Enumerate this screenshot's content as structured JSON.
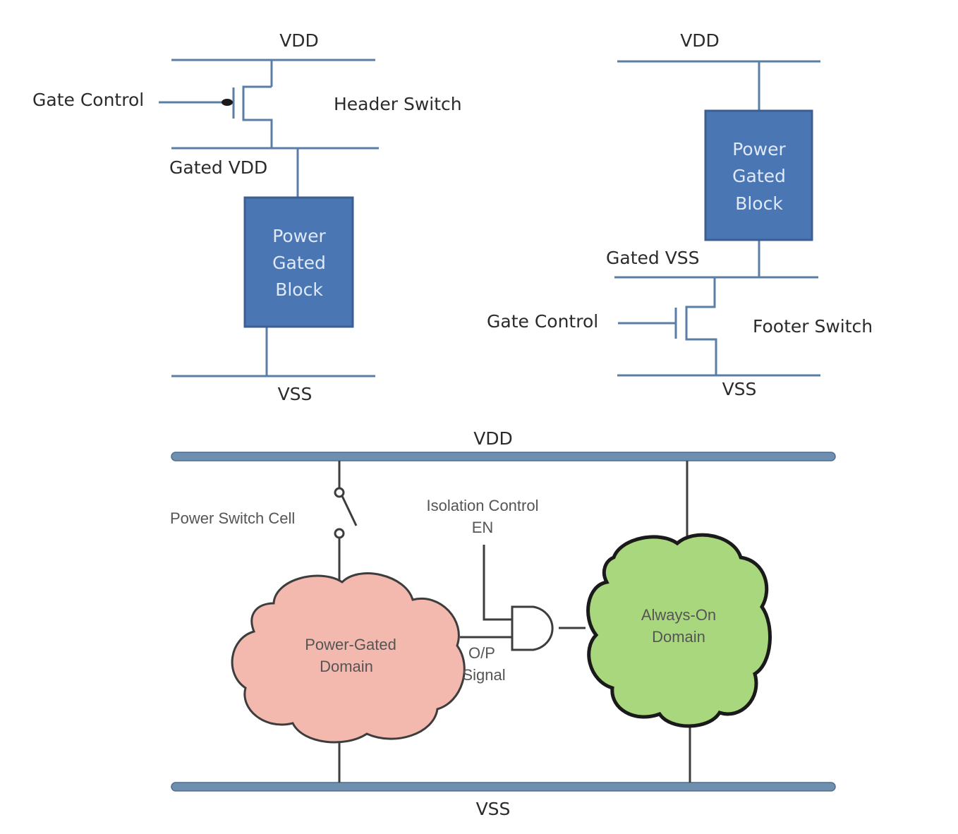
{
  "header_switch_diagram": {
    "vdd_label": "VDD",
    "gate_control_label": "Gate Control",
    "switch_label": "Header Switch",
    "gated_rail_label": "Gated VDD",
    "block_lines": [
      "Power",
      "Gated",
      "Block"
    ],
    "vss_label": "VSS"
  },
  "footer_switch_diagram": {
    "vdd_label": "VDD",
    "block_lines": [
      "Power",
      "Gated",
      "Block"
    ],
    "gated_rail_label": "Gated VSS",
    "gate_control_label": "Gate Control",
    "switch_label": "Footer Switch",
    "vss_label": "VSS"
  },
  "isolation_diagram": {
    "vdd_label": "VDD",
    "vss_label": "VSS",
    "power_switch_label": "Power Switch Cell",
    "isolation_control_lines": [
      "Isolation Control",
      "EN"
    ],
    "power_gated_domain_lines": [
      "Power-Gated",
      "Domain"
    ],
    "output_signal_lines": [
      "O/P",
      "Signal"
    ],
    "always_on_domain_lines": [
      "Always-On",
      "Domain"
    ]
  },
  "colors": {
    "wire": "#5a7ea6",
    "block_fill": "#4a76b4",
    "block_border": "#3c5f92",
    "bus_fill": "#6f8fb0",
    "pink_cloud": "#f3b8ae",
    "green_cloud": "#a9d77e",
    "dark_line": "#3d3d3d"
  }
}
